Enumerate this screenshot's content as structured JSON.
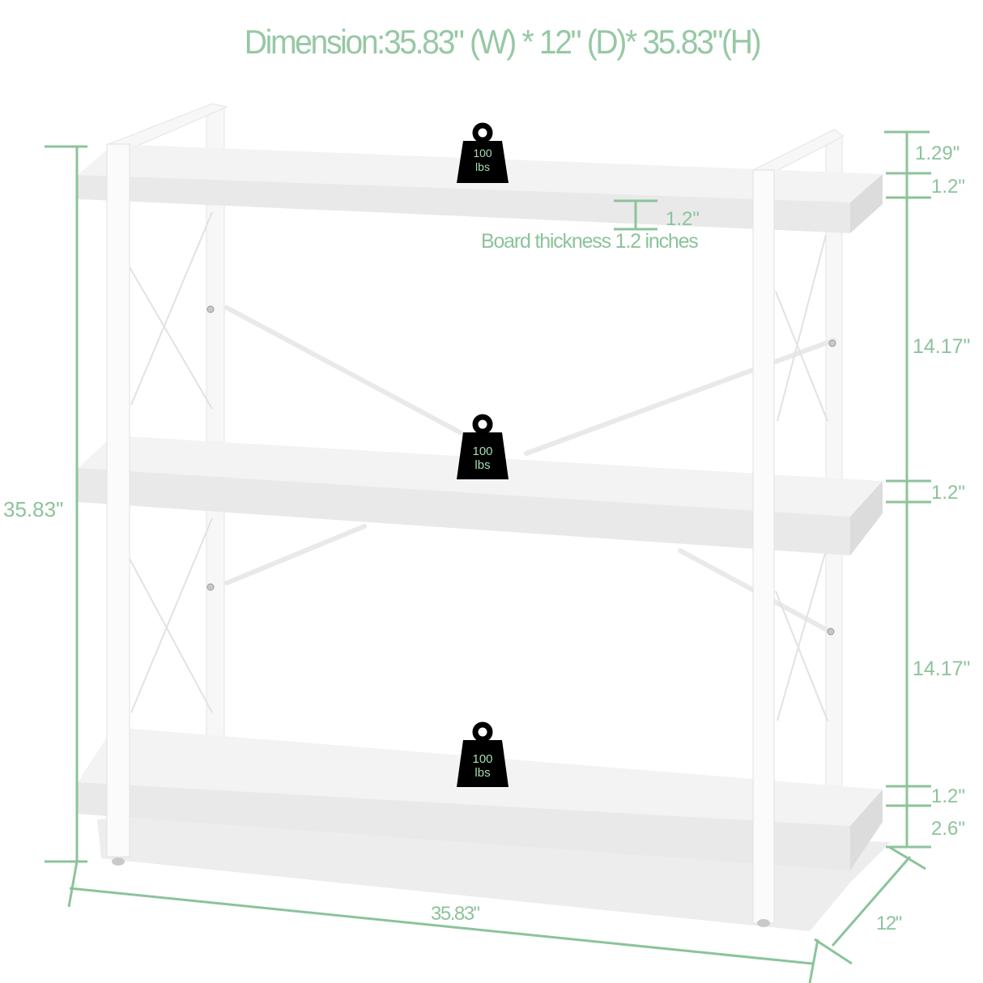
{
  "title": {
    "label": "Dimension:",
    "value": "35.83\" (W) * 12\" (D)* 35.83\"(H)"
  },
  "product": {
    "name": "3-tier industrial bookshelf",
    "color": "white",
    "shelf_count": 3
  },
  "weight_badges": [
    {
      "shelf": "top",
      "value": "100",
      "unit": "lbs"
    },
    {
      "shelf": "middle",
      "value": "100",
      "unit": "lbs"
    },
    {
      "shelf": "bottom",
      "value": "100",
      "unit": "lbs"
    }
  ],
  "board_thickness": {
    "marker_label": "1.2\"",
    "caption": "Board thickness 1.2 inches"
  },
  "dimensions": {
    "overall_height": "35.83\"",
    "overall_width": "35.83\"",
    "depth": "12\"",
    "right_column": [
      {
        "label": "1.29\"",
        "segment": "frame-above-top-shelf"
      },
      {
        "label": "1.2\"",
        "segment": "top-shelf-thickness"
      },
      {
        "label": "14.17\"",
        "segment": "top-to-middle-gap"
      },
      {
        "label": "1.2\"",
        "segment": "middle-shelf-thickness"
      },
      {
        "label": "14.17\"",
        "segment": "middle-to-bottom-gap"
      },
      {
        "label": "1.2\"",
        "segment": "bottom-shelf-thickness"
      },
      {
        "label": "2.6\"",
        "segment": "floor-clearance"
      }
    ]
  },
  "colors": {
    "accent_green": "#96c8a4",
    "dimension_line": "#8cc39b",
    "weight_badge": "#000000",
    "weight_text": "#a8dcb4",
    "shelf_top": "#f2f2f2",
    "shelf_edge": "#e6e6e6",
    "frame": "#fafafa",
    "shadow": "#ececec"
  }
}
